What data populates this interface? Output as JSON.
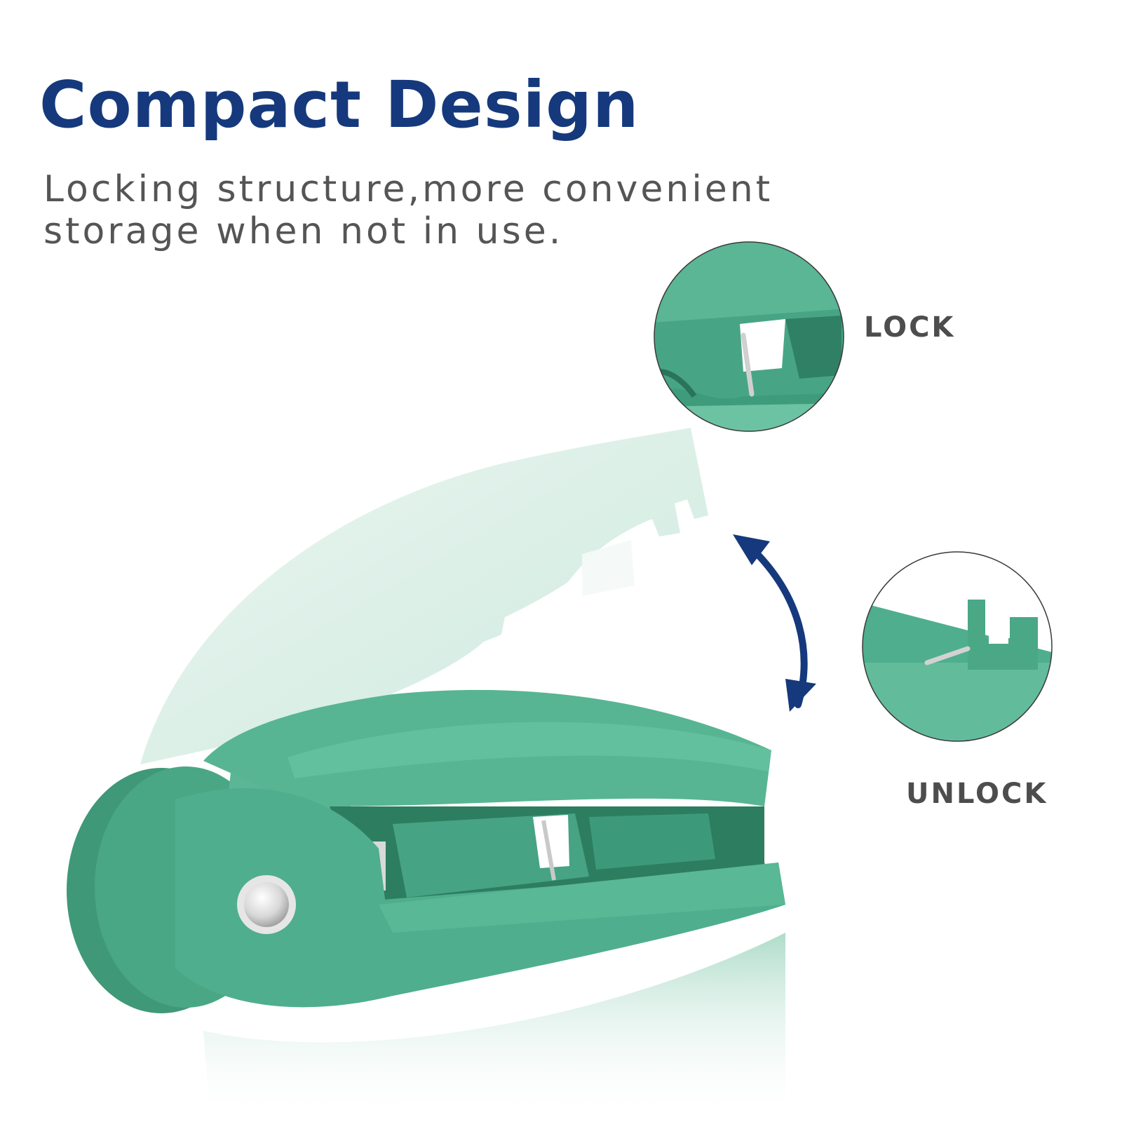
{
  "heading": {
    "title": "Compact Design",
    "subtitle_line1": "Locking structure,more convenient",
    "subtitle_line2": "storage when not in use."
  },
  "callouts": {
    "lock_label": "LOCK",
    "unlock_label": "UNLOCK"
  },
  "colors": {
    "title": "#15397c",
    "body_text": "#555555",
    "tool_green": "#4fae8e",
    "tool_green_dark": "#2f8a6b",
    "tool_green_ghost": "#cfeadf",
    "arrow": "#15397c"
  },
  "icons": {
    "arrow": "double-headed-curved-arrow"
  }
}
